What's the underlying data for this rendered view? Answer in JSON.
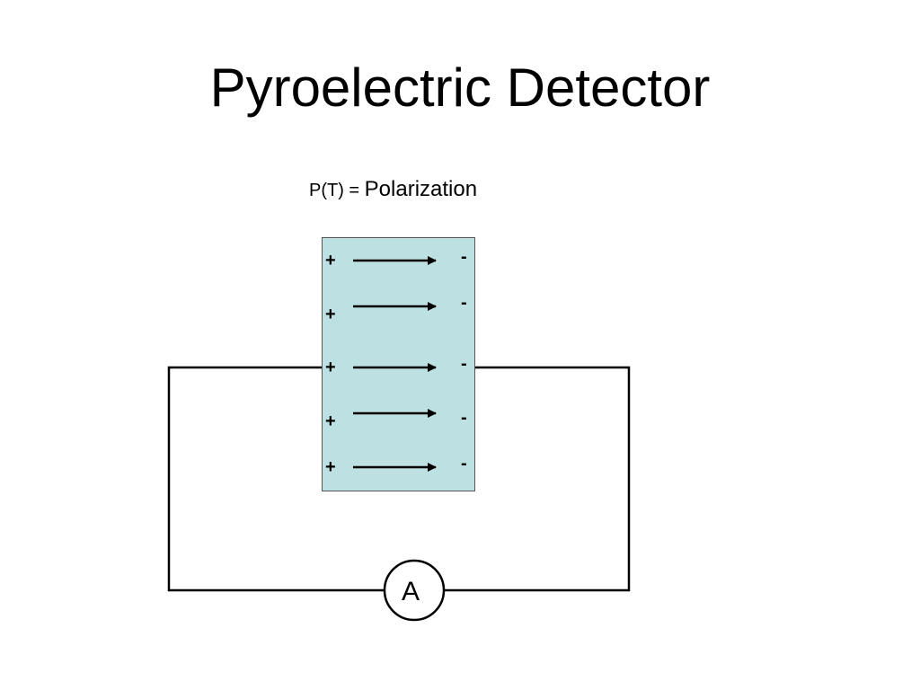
{
  "slide": {
    "title": "Pyroelectric Detector"
  },
  "formula": {
    "lhs": "P(T) = ",
    "rhs": "Polarization"
  },
  "crystal": {
    "fill_color": "#bde0e3",
    "positive_charges": [
      "+",
      "+",
      "+",
      "+",
      "+"
    ],
    "negative_charges": [
      "-",
      "-",
      "-",
      "-",
      "-"
    ],
    "polarization_arrow_count": 5
  },
  "circuit": {
    "ammeter_label": "A",
    "wire_color": "#000000"
  }
}
